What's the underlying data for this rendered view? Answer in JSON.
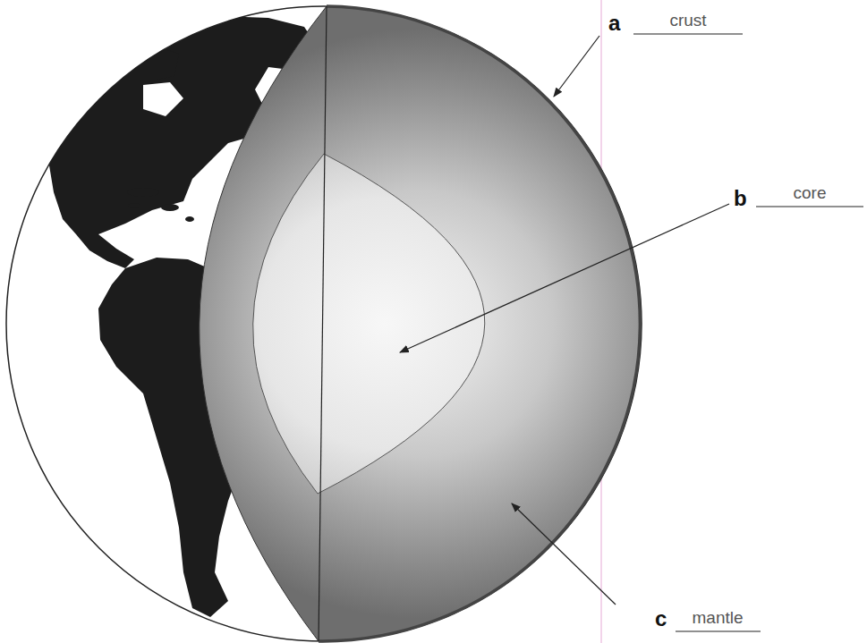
{
  "diagram": {
    "labels": [
      "a",
      "crust",
      "b",
      "core",
      "c",
      "mantle"
    ]
  }
}
